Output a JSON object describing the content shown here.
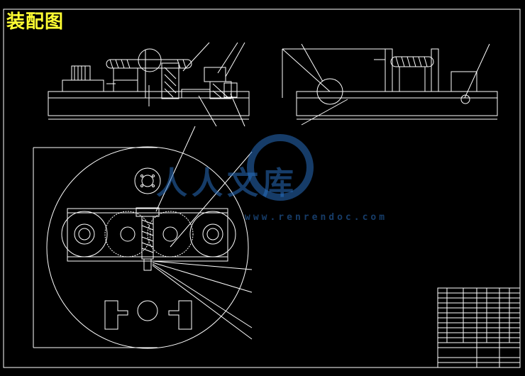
{
  "drawing_title": "装配图",
  "watermark": {
    "brand": "人人文库",
    "url": "www.renrendoc.com"
  },
  "colors": {
    "background": "#000000",
    "lines": "#ffffff",
    "title": "#ffff33",
    "watermark": "#2a6ebe"
  }
}
